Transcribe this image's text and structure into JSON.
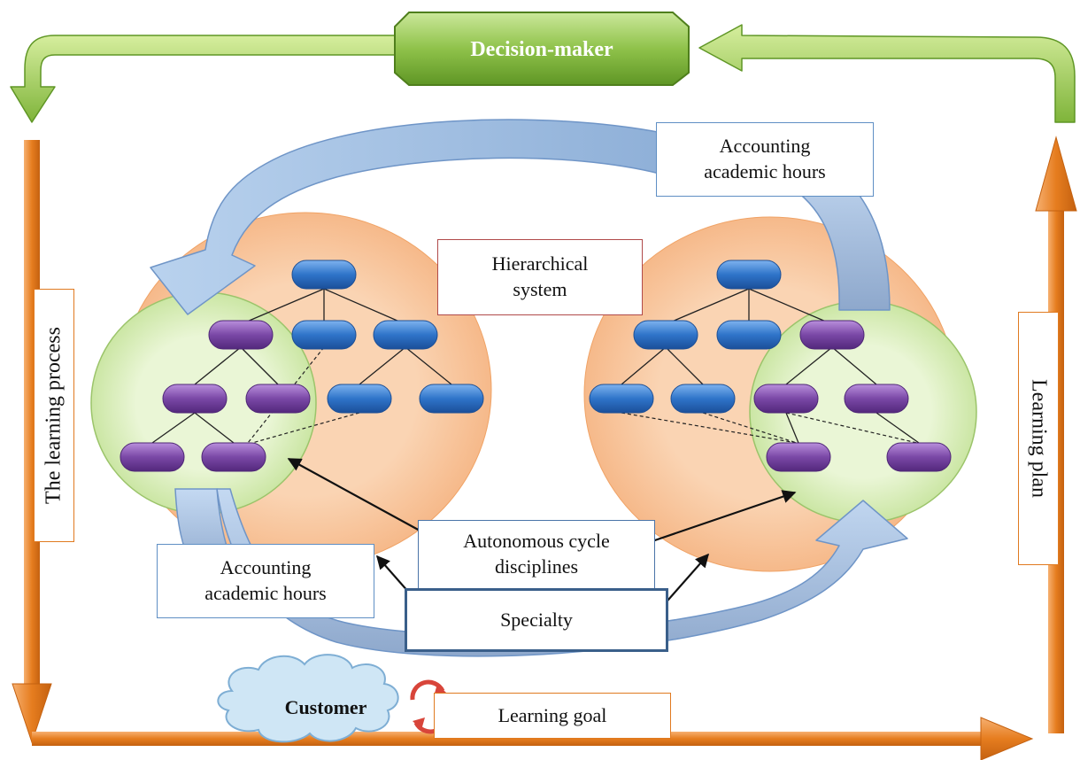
{
  "decision_maker": "Decision-maker",
  "learning_process": "The learning process",
  "learning_plan": "Learning plan",
  "hierarchical_system": "Hierarchical\nsystem",
  "accounting_hours_top": "Accounting\nacademic hours",
  "accounting_hours_bottom": "Accounting\nacademic hours",
  "autonomous_cycle": "Autonomous cycle\ndisciplines",
  "specialty": "Specialty",
  "customer": "Customer",
  "learning_goal": "Learning goal",
  "colors": {
    "green_box": "#6fa52a",
    "orange_arrow": "#e8862a",
    "peach_circle": "#f9c9a3",
    "light_green_circle": "#e1f2c8",
    "blue_node": "#2e72c7",
    "purple_node": "#7a4aa3",
    "blue_arrow": "#a9c4e4"
  }
}
